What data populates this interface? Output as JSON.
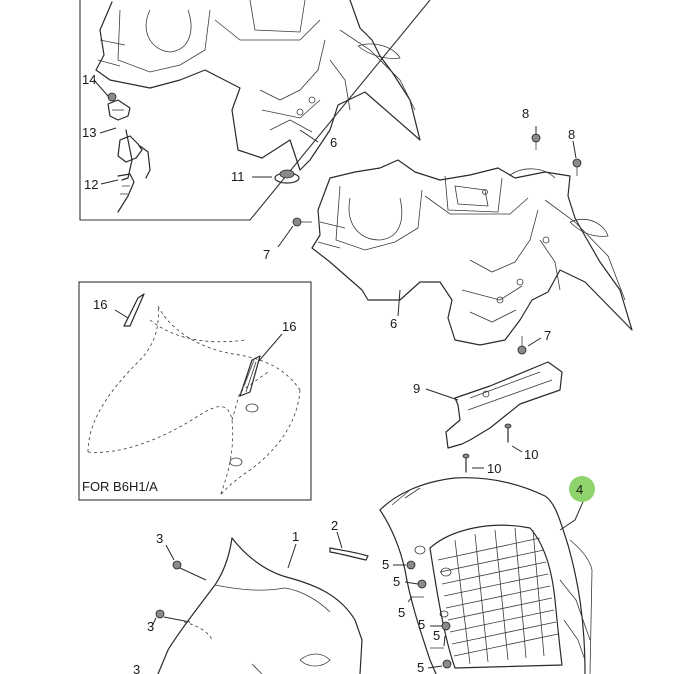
{
  "diagram": {
    "inset_note": "FOR B6H1/A",
    "highlight_color": "#8ed36b",
    "callouts": [
      {
        "id": "c14",
        "label": "14"
      },
      {
        "id": "c13",
        "label": "13"
      },
      {
        "id": "c12",
        "label": "12"
      },
      {
        "id": "c11",
        "label": "11"
      },
      {
        "id": "c6a",
        "label": "6"
      },
      {
        "id": "c8a",
        "label": "8"
      },
      {
        "id": "c8b",
        "label": "8"
      },
      {
        "id": "c7a",
        "label": "7"
      },
      {
        "id": "c6b",
        "label": "6"
      },
      {
        "id": "c7b",
        "label": "7"
      },
      {
        "id": "c9",
        "label": "9"
      },
      {
        "id": "c10a",
        "label": "10"
      },
      {
        "id": "c10b",
        "label": "10"
      },
      {
        "id": "c16a",
        "label": "16"
      },
      {
        "id": "c16b",
        "label": "16"
      },
      {
        "id": "c4",
        "label": "4"
      },
      {
        "id": "c2",
        "label": "2"
      },
      {
        "id": "c1",
        "label": "1"
      },
      {
        "id": "c3a",
        "label": "3"
      },
      {
        "id": "c3b",
        "label": "3"
      },
      {
        "id": "c5a",
        "label": "5"
      },
      {
        "id": "c5b",
        "label": "5"
      },
      {
        "id": "c5c",
        "label": "5"
      },
      {
        "id": "c5d",
        "label": "5"
      },
      {
        "id": "c5e",
        "label": "5"
      },
      {
        "id": "c5f",
        "label": "5"
      },
      {
        "id": "c3c",
        "label": "3"
      }
    ]
  }
}
